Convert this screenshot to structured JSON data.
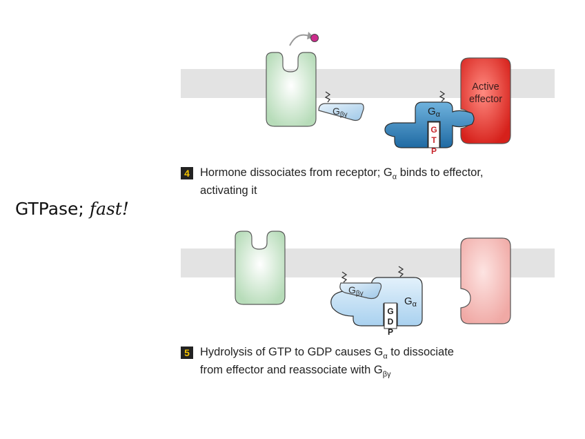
{
  "side_note": {
    "prefix": "GTPase; ",
    "emphasis": "fast!"
  },
  "panel4": {
    "effector_line1": "Active",
    "effector_line2": "effector",
    "g_alpha": "G",
    "g_alpha_sub": "α",
    "g_betagamma": "G",
    "g_betagamma_sub": "βγ",
    "nucleotide": [
      "G",
      "T",
      "P"
    ],
    "step_number": "4",
    "caption_a": "Hormone dissociates from receptor; G",
    "caption_sub": "α",
    "caption_b": " binds to effector,",
    "caption_line2": "activating it"
  },
  "panel5": {
    "g_alpha": "G",
    "g_alpha_sub": "α",
    "g_betagamma": "G",
    "g_betagamma_sub": "βγ",
    "nucleotide": [
      "G",
      "D",
      "P"
    ],
    "step_number": "5",
    "caption_a": "Hydrolysis of GTP to GDP causes G",
    "caption_sub": "α",
    "caption_b": " to dissociate",
    "caption_line2a": "from effector and reassociate with G",
    "caption_line2_sub": "βγ"
  },
  "colors": {
    "membrane": "#e3e3e3",
    "receptor": "#d3ebd3",
    "g_alpha_active": "#3f8dc0",
    "g_alpha_inactive": "#bcdcf3",
    "effector_active": "#e43530",
    "effector_inactive": "#f5bdbb",
    "nucleotide_text": "#c8262c",
    "ligand": "#cc2c8c"
  }
}
